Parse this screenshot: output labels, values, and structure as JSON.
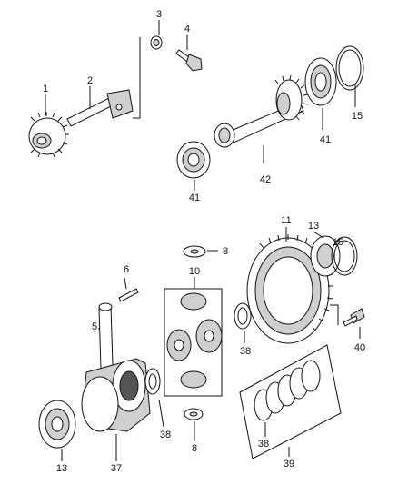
{
  "callouts": {
    "c1": "1",
    "c2": "2",
    "c3": "3",
    "c4": "4",
    "c15a": "15",
    "c41a": "41",
    "c41b": "41",
    "c42": "42",
    "c11": "11",
    "c13a": "13",
    "c15b": "15",
    "c8a": "8",
    "c6": "6",
    "c10": "10",
    "c5": "5",
    "c38a": "38",
    "c40": "40",
    "c38b": "38",
    "c38c": "38",
    "c8b": "8",
    "c39": "39",
    "c13b": "13",
    "c37": "37"
  }
}
